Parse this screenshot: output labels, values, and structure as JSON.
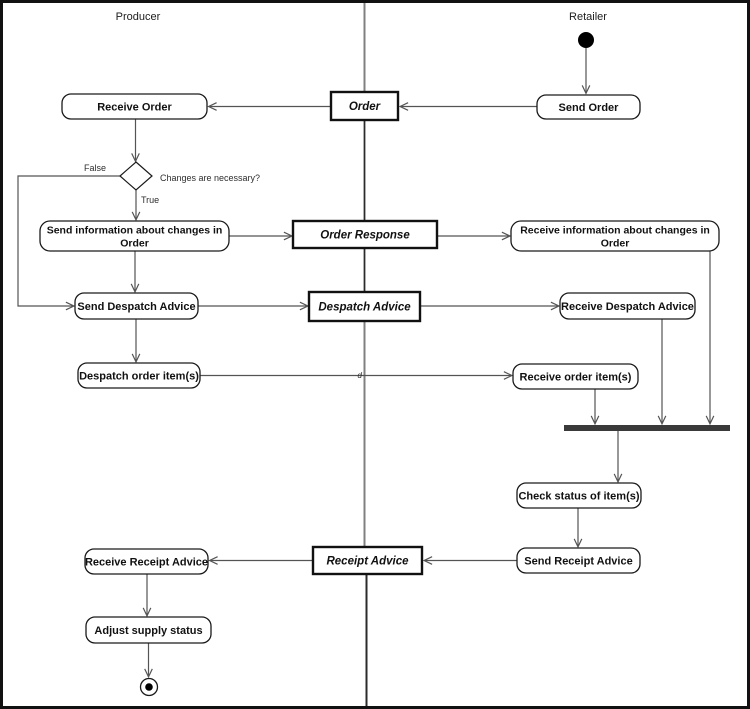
{
  "diagram": {
    "type": "uml-activity-diagram",
    "lanes": {
      "left": "Producer",
      "right": "Retailer"
    },
    "nodes": {
      "receive_order": {
        "label": "Receive Order"
      },
      "order": {
        "label": "Order"
      },
      "send_order": {
        "label": "Send Order"
      },
      "send_info": {
        "line1": "Send information about changes in",
        "line2": "Order"
      },
      "order_response": {
        "label": "Order Response"
      },
      "receive_info": {
        "line1": "Receive information about changes in",
        "line2": "Order"
      },
      "send_despatch_advice": {
        "label": "Send Despatch Advice"
      },
      "despatch_advice": {
        "label": "Despatch Advice"
      },
      "receive_despatch_advice": {
        "label": "Receive Despatch Advice"
      },
      "despatch_order_items": {
        "label": "Despatch order item(s)"
      },
      "receive_order_items": {
        "label": "Receive order item(s)"
      },
      "check_status_of_items": {
        "label": "Check status of item(s)"
      },
      "send_receipt_advice": {
        "label": "Send Receipt Advice"
      },
      "receipt_advice": {
        "label": "Receipt Advice"
      },
      "receive_receipt_advice": {
        "label": "Receive Receipt Advice"
      },
      "adjust_supply_status": {
        "label": "Adjust supply status"
      }
    },
    "decision": {
      "question": "Changes are necessary?",
      "true_label": "True",
      "false_label": "False"
    },
    "edge_labels": {
      "despatch_to_receive_items": "d"
    },
    "colors": {
      "outer_border": "#111111",
      "node_border": "#1a1a1a",
      "connector": "#545454",
      "lane_divider": "#808080",
      "lane_divider_dark": "#2b2b2b",
      "node_fill": "#ffffff",
      "join_bar": "#3a3a3a",
      "start_node": "#000000"
    }
  }
}
